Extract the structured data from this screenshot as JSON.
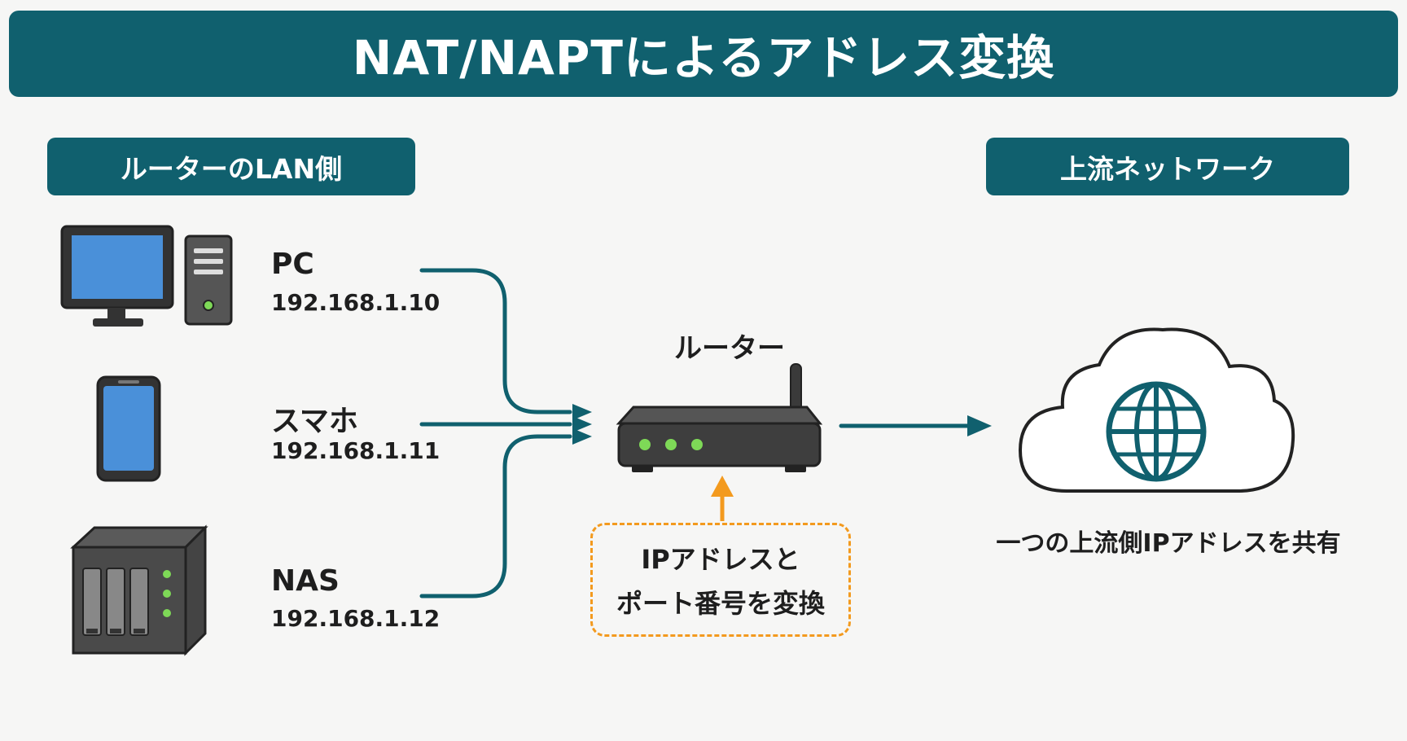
{
  "title": "NAT/NAPTによるアドレス変換",
  "lan_side_label": "ルーターのLAN側",
  "upstream_label": "上流ネットワーク",
  "devices": [
    {
      "name": "PC",
      "ip": "192.168.1.10",
      "icon": "desktop-pc-icon"
    },
    {
      "name": "スマホ",
      "ip": "192.168.1.11",
      "icon": "smartphone-icon"
    },
    {
      "name": "NAS",
      "ip": "192.168.1.12",
      "icon": "nas-icon"
    }
  ],
  "router": {
    "label": "ルーター",
    "icon": "router-icon"
  },
  "conversion_note": {
    "line1": "IPアドレスと",
    "line2": "ポート番号を変換"
  },
  "cloud": {
    "caption": "一つの上流側IPアドレスを共有",
    "icon": "cloud-globe-icon"
  },
  "colors": {
    "primary": "#10606e",
    "accent_orange": "#f39a1e",
    "screen_blue": "#4a90d9",
    "device_dark": "#3e3e3e",
    "led_green": "#7ed957"
  }
}
